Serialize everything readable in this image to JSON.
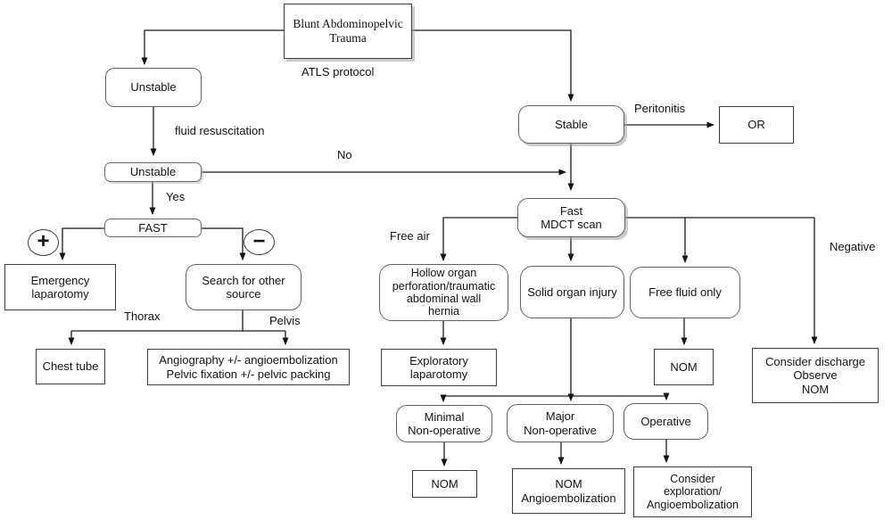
{
  "nodes": {
    "root": {
      "label": "Blunt Abdominopelvic\nTrauma"
    },
    "unstable1": {
      "label": "Unstable"
    },
    "unstable2": {
      "label": "Unstable"
    },
    "fast": {
      "label": "FAST"
    },
    "fast_positive": {
      "label": "+"
    },
    "fast_negative": {
      "label": "−"
    },
    "emergency_laparotomy": {
      "label": "Emergency\nlaparotomy"
    },
    "search_other_source": {
      "label": "Search for other\nsource"
    },
    "chest_tube": {
      "label": "Chest tube"
    },
    "angiography": {
      "label": "Angiography +/- angioembolization\nPelvic fixation +/- pelvic packing"
    },
    "stable": {
      "label": "Stable"
    },
    "operating_room": {
      "label": "OR"
    },
    "mdct": {
      "label": "Fast\nMDCT scan"
    },
    "hollow_organ": {
      "label": "Hollow organ\nperforation/traumatic\nabdominal wall\nhernia"
    },
    "solid_organ": {
      "label": "Solid organ injury"
    },
    "free_fluid": {
      "label": "Free fluid only"
    },
    "exploratory_laparotomy": {
      "label": "Exploratory\nlaparotomy"
    },
    "nom_free_fluid": {
      "label": "NOM"
    },
    "consider_discharge": {
      "label": "Consider discharge\nObserve\nNOM"
    },
    "minimal_nonoperative": {
      "label": "Minimal\nNon-operative"
    },
    "major_nonoperative": {
      "label": "Major\nNon-operative"
    },
    "operative": {
      "label": "Operative"
    },
    "nom_minimal": {
      "label": "NOM"
    },
    "nom_angioembolization": {
      "label": "NOM\nAngioembolization"
    },
    "consider_exploration": {
      "label": "Consider\nexploration/\nAngioembolization"
    }
  },
  "edge_labels": {
    "atls": "ATLS protocol",
    "fluid_resuscitation": "fluid resuscitation",
    "yes": "Yes",
    "no": "No",
    "peritonitis": "Peritonitis",
    "thorax": "Thorax",
    "pelvis": "Pelvis",
    "free_air": "Free air",
    "negative": "Negative"
  },
  "colors": {
    "line": "#1a1a1a",
    "rect_border": "#3f3f3f",
    "round_border": "#636363",
    "background": "#ffffff"
  }
}
